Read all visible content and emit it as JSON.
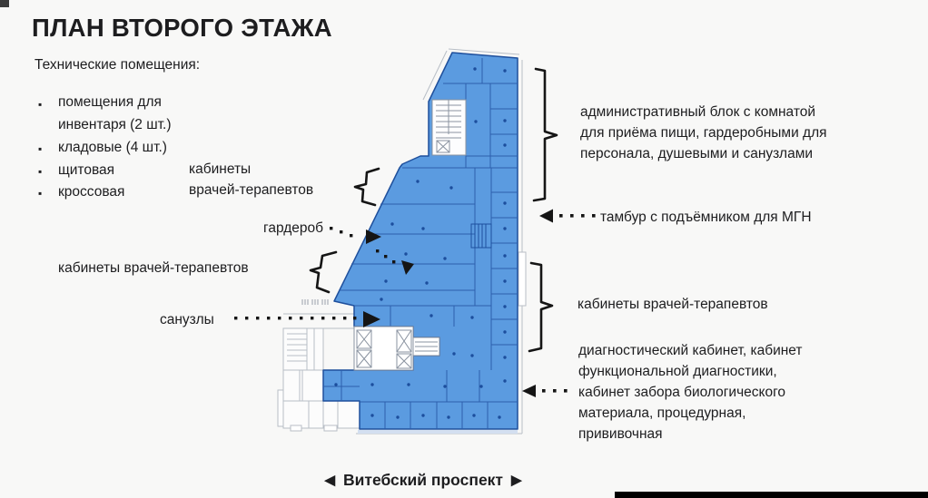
{
  "slide": {
    "title": "ПЛАН ВТОРОГО ЭТАЖА",
    "bullet_char": "▪",
    "tech": {
      "header": "Технические помещения:",
      "items": [
        {
          "lines": [
            "помещения для",
            "инвентаря (2 шт.)"
          ]
        },
        {
          "lines": [
            "кладовые (4 шт.)"
          ]
        },
        {
          "lines": [
            "щитовая"
          ]
        },
        {
          "lines": [
            "кроссовая"
          ]
        }
      ]
    },
    "plan_labels": {
      "therapist_cabinets_top": {
        "lines": [
          "кабинеты",
          "врачей-терапевтов"
        ]
      },
      "wardrobe": "гардероб",
      "therapist_cabinets_mid": "кабинеты врачей-терапевтов",
      "restrooms": "санузлы"
    },
    "annotations_right": {
      "admin_block": {
        "lines": [
          "административный блок с комнатой",
          "для приёма пищи, гардеробными для",
          "персонала, душевыми и санузлами"
        ]
      },
      "tambour": "тамбур с подъёмником для МГН",
      "therapist_cabinets": "кабинеты врачей-терапевтов",
      "diagnostics": {
        "lines": [
          "диагностический кабинет, кабинет",
          "функциональной диагностики,",
          "кабинет забора биологического",
          "материала, процедурная,",
          "прививочная"
        ]
      }
    },
    "street": {
      "left_arrow": "◀",
      "name": "Витебский проспект",
      "right_arrow": "▶"
    },
    "colors": {
      "plan_fill": "#5b9be0",
      "plan_room_lines": "#2a5cab",
      "plan_wall": "#1e4f9c",
      "outline_gray": "#b8bec6",
      "annotation_black": "#151515"
    }
  }
}
